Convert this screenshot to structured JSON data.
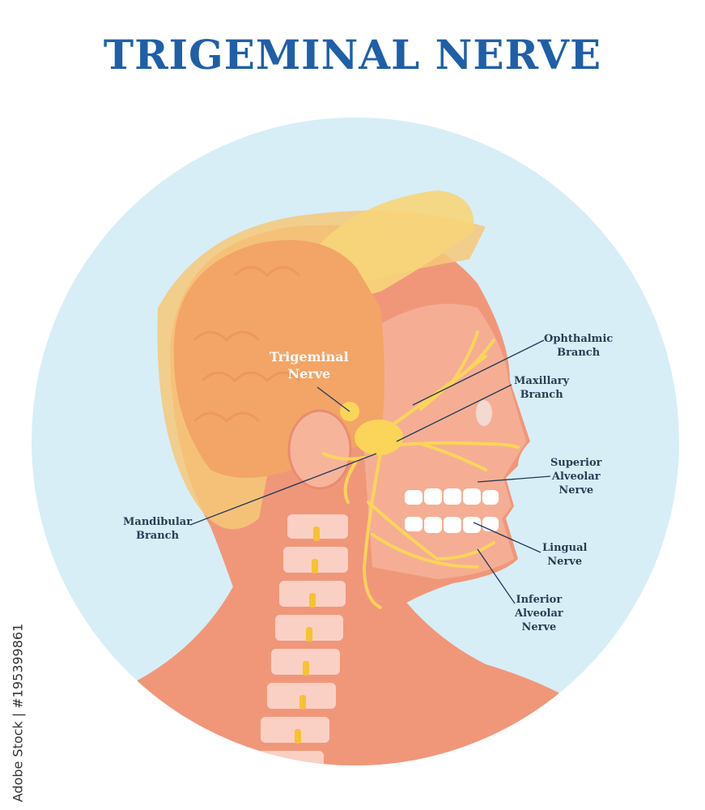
{
  "title": "TRIGEMINAL NERVE",
  "labels": {
    "trigeminal": [
      "Trigeminal",
      "Nerve"
    ],
    "ophthalmic": [
      "Ophthalmic",
      "Branch"
    ],
    "maxillary": [
      "Maxillary",
      "Branch"
    ],
    "superior_alveolar": [
      "Superior",
      "Alveolar",
      "Nerve"
    ],
    "mandibular": [
      "Mandibular",
      "Branch"
    ],
    "lingual": [
      "Lingual",
      "Nerve"
    ],
    "inferior_alveolar": [
      "Inferior",
      "Alveolar",
      "Nerve"
    ]
  },
  "watermark": "Adobe Stock | #195399861",
  "colors": {
    "title": "#1f5fa8",
    "background_circle": "#d7eef6",
    "skin": "#f0977a",
    "brain": "#f2a566",
    "nerve": "#fbd45a",
    "leader_line": "#1f3a5a"
  }
}
